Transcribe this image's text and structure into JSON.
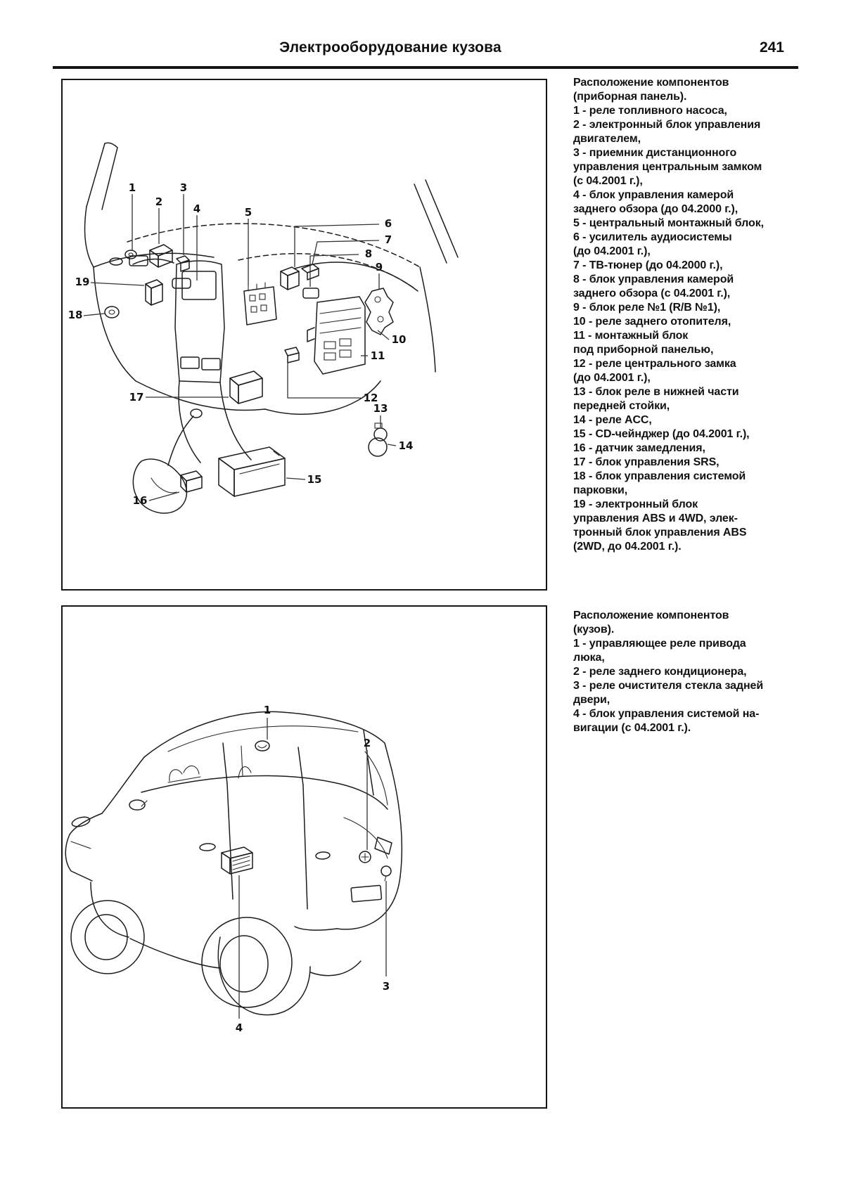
{
  "header": {
    "title": "Электрооборудование кузова",
    "page_number": "241"
  },
  "legend_dashboard": {
    "lines": [
      "Расположение компонентов",
      "(приборная панель).",
      "1 - реле топливного насоса,",
      "2 - электронный блок управления",
      "двигателем,",
      "3 - приемник дистанционного",
      "управления центральным замком",
      "(с 04.2001 г.),",
      "4 - блок управления камерой",
      "заднего обзора (до 04.2000 г.),",
      "5 - центральный монтажный блок,",
      "6 - усилитель аудиосистемы",
      "(до 04.2001 г.),",
      "7 - ТВ-тюнер (до 04.2000 г.),",
      "8 - блок управления камерой",
      "заднего обзора (с 04.2001 г.),",
      "9 - блок реле №1 (R/B №1),",
      "10 - реле заднего отопителя,",
      "11 - монтажный блок",
      "под приборной панелью,",
      "12 - реле центрального замка",
      "(до 04.2001 г.),",
      "13 - блок реле в нижней части",
      "передней стойки,",
      "14 - реле ACC,",
      "15 - CD-чейнджер (до 04.2001 г.),",
      "16 - датчик замедления,",
      "17 - блок управления SRS,",
      "18 - блок управления системой",
      "парковки,",
      "19 - электронный блок",
      "управления ABS и 4WD, элек-",
      "тронный блок управления ABS",
      "(2WD, до 04.2001 г.)."
    ]
  },
  "legend_body": {
    "lines": [
      "Расположение компонентов",
      "(кузов).",
      "1 - управляющее реле привода",
      "люка,",
      "2 - реле заднего кондиционера,",
      "3 - реле очистителя стекла задней",
      "двери,",
      "4 - блок управления системой на-",
      "вигации (с 04.2001 г.)."
    ]
  },
  "fig_dashboard": {
    "callouts": [
      "1",
      "2",
      "3",
      "4",
      "5",
      "6",
      "7",
      "8",
      "9",
      "10",
      "11",
      "12",
      "13",
      "14",
      "15",
      "16",
      "17",
      "18",
      "19"
    ]
  },
  "fig_body": {
    "callouts": [
      "1",
      "2",
      "3",
      "4"
    ]
  },
  "colors": {
    "ink": "#1c1c1c",
    "paper": "#ffffff"
  }
}
